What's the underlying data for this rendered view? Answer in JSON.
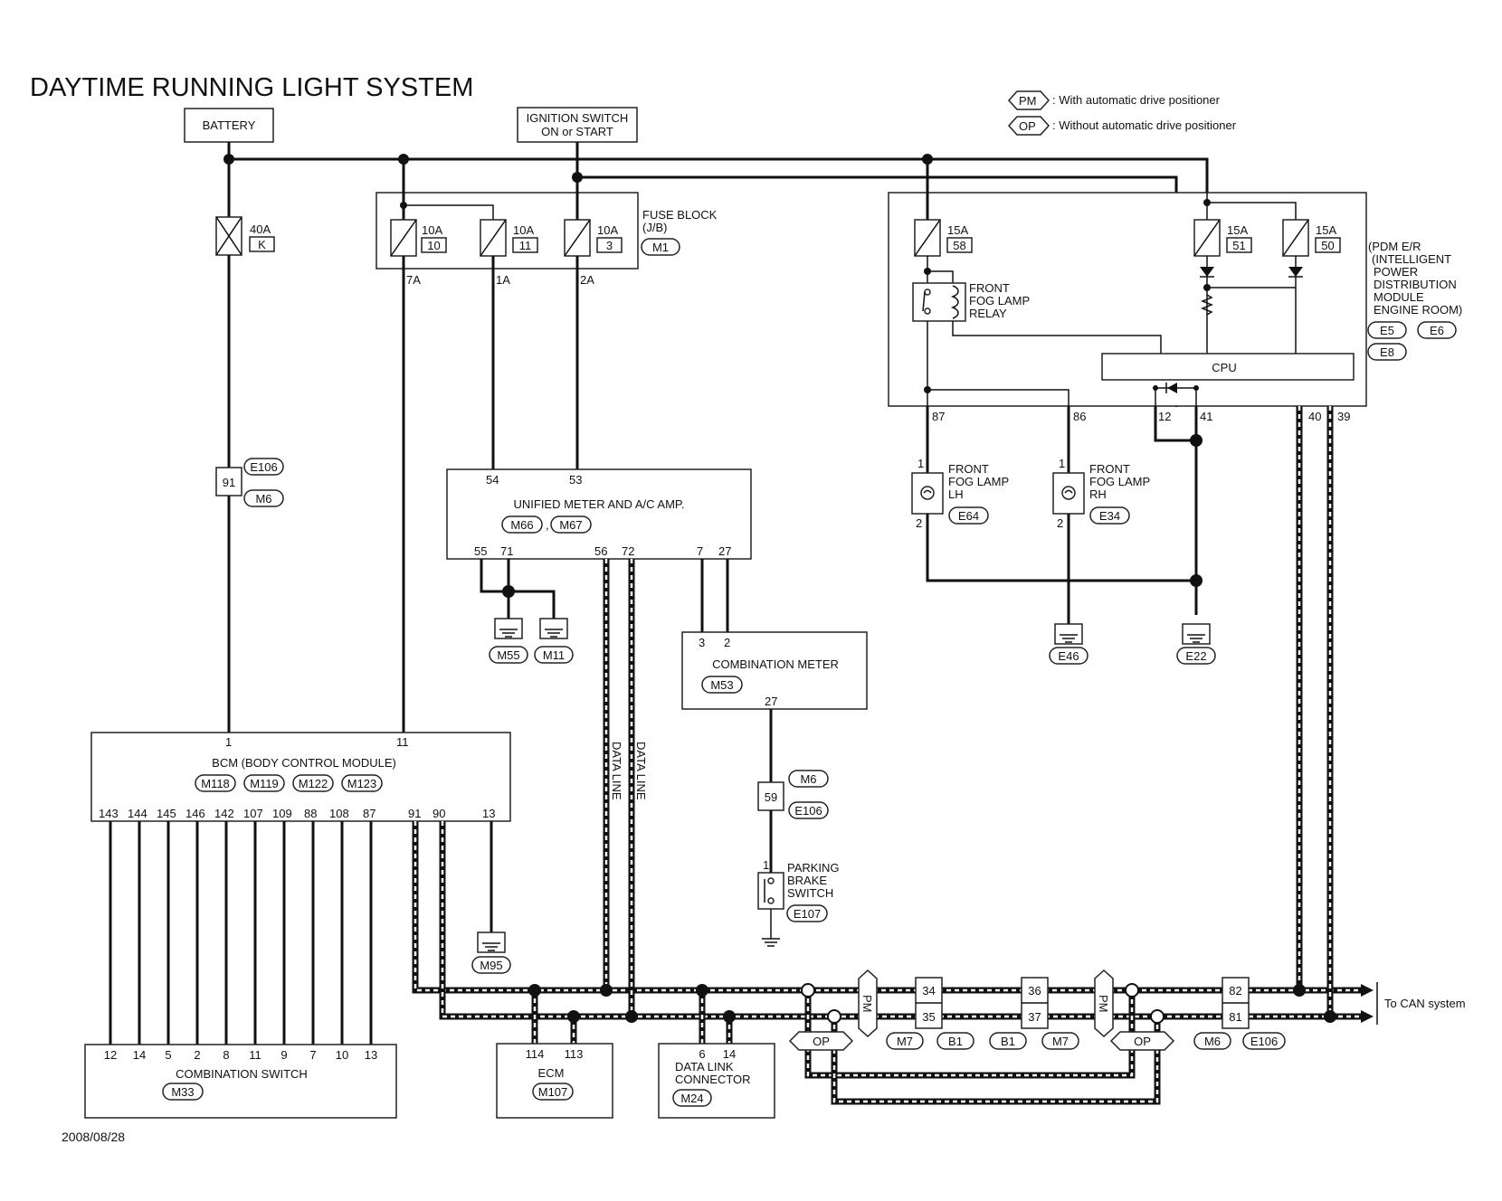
{
  "title": "DAYTIME RUNNING LIGHT SYSTEM",
  "date": "2008/08/28",
  "legend": [
    {
      "code": "PM",
      "text": ": With automatic drive positioner"
    },
    {
      "code": "OP",
      "text": ": Without automatic drive positioner"
    }
  ],
  "sources": {
    "battery": "BATTERY",
    "ignition_line1": "IGNITION SWITCH",
    "ignition_line2": "ON or START"
  },
  "fuses": {
    "main": {
      "amp": "40A",
      "id": "K"
    },
    "f10": {
      "amp": "10A",
      "id": "10",
      "out": "7A"
    },
    "f11": {
      "amp": "10A",
      "id": "11",
      "out": "1A"
    },
    "f3": {
      "amp": "10A",
      "id": "3",
      "out": "2A"
    },
    "f58": {
      "amp": "15A",
      "id": "58"
    },
    "f51": {
      "amp": "15A",
      "id": "51"
    },
    "f50": {
      "amp": "15A",
      "id": "50"
    }
  },
  "fuse_block": {
    "line1": "FUSE BLOCK",
    "line2": "(J/B)",
    "conn": "M1"
  },
  "pdm": {
    "lines": [
      "(PDM E/R",
      "(INTELLIGENT",
      "POWER",
      "DISTRIBUTION",
      "MODULE",
      "ENGINE ROOM)"
    ],
    "conns": [
      "E5",
      "E6",
      "E8"
    ],
    "cpu": "CPU",
    "relay": [
      "FRONT",
      "FOG LAMP",
      "RELAY"
    ],
    "pins": {
      "p87": "87",
      "p86": "86",
      "p12": "12",
      "p41": "41",
      "p40": "40",
      "p39": "39"
    }
  },
  "fog_lh": {
    "lines": [
      "FRONT",
      "FOG LAMP",
      "LH"
    ],
    "conn": "E64",
    "pin1": "1",
    "pin2": "2"
  },
  "fog_rh": {
    "lines": [
      "FRONT",
      "FOG LAMP",
      "RH"
    ],
    "conn": "E34",
    "pin1": "1",
    "pin2": "2"
  },
  "grounds": {
    "e46": "E46",
    "e22": "E22",
    "m55": "M55",
    "m11": "M11",
    "m95": "M95"
  },
  "inline1": {
    "pin": "91",
    "conn_a": "E106",
    "conn_b": "M6"
  },
  "inline2": {
    "pin": "59",
    "conn_a": "M6",
    "conn_b": "E106"
  },
  "unified": {
    "name": "UNIFIED METER AND A/C AMP.",
    "conns": [
      "M66",
      "M67"
    ],
    "pins_top": [
      "54",
      "53"
    ],
    "pins_bottom": [
      "55",
      "71",
      "56",
      "72",
      "7",
      "27"
    ]
  },
  "combination_meter": {
    "name": "COMBINATION METER",
    "conn": "M53",
    "pins_top": [
      "3",
      "2"
    ],
    "pin_bottom": "27"
  },
  "parking_brake": {
    "lines": [
      "PARKING",
      "BRAKE",
      "SWITCH"
    ],
    "conn": "E107",
    "pin": "1"
  },
  "bcm": {
    "name": "BCM (BODY CONTROL MODULE)",
    "conns": [
      "M118",
      "M119",
      "M122",
      "M123"
    ],
    "pins_top": [
      "1",
      "11"
    ],
    "pins_bottom": [
      "143",
      "144",
      "145",
      "146",
      "142",
      "107",
      "109",
      "88",
      "108",
      "87",
      "91",
      "90",
      "13"
    ]
  },
  "data_line": "DATA LINE",
  "combination_switch": {
    "name": "COMBINATION SWITCH",
    "conn": "M33",
    "pins": [
      "12",
      "14",
      "5",
      "2",
      "8",
      "11",
      "9",
      "7",
      "10",
      "13"
    ]
  },
  "ecm": {
    "name": "ECM",
    "conn": "M107",
    "pins": [
      "114",
      "113"
    ]
  },
  "dlc": {
    "lines": [
      "DATA LINK",
      "CONNECTOR"
    ],
    "conn": "M24",
    "pins": [
      "6",
      "14"
    ]
  },
  "can_joints": {
    "j1": {
      "top": "34",
      "bottom": "35",
      "conn_a": "M7",
      "conn_b": "B1"
    },
    "j2": {
      "top": "36",
      "bottom": "37",
      "conn_a": "B1",
      "conn_b": "M7"
    },
    "j3": {
      "top": "82",
      "bottom": "81",
      "conn_a": "M6",
      "conn_b": "E106"
    }
  },
  "can_system": "To CAN system",
  "pm_tag": "PM",
  "op_tag": "OP"
}
